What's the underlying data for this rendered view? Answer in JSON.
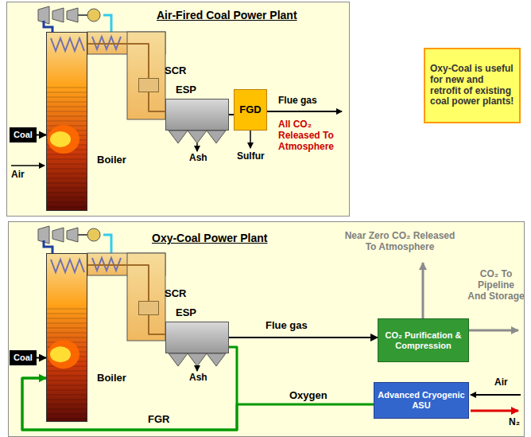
{
  "diagram": {
    "nodes": [
      {
        "text": [
          "Air-Fired Coal Power Plant"
        ]
      },
      {
        "text": [
          "Coal"
        ],
        "in": 0
      },
      {
        "text": [
          "Boiler"
        ],
        "in": 0
      },
      {
        "text": [
          "SCR"
        ],
        "in": 0
      },
      {
        "text": [
          "ESP"
        ],
        "in": 0
      },
      {
        "text": [
          "FGD"
        ],
        "in": 0
      },
      {
        "text": [
          "Oxy-Coal is useful for new and retrofit of existing coal power plants!"
        ]
      },
      {
        "text": [
          "Oxy-Coal Power Plant"
        ]
      },
      {
        "text": [
          "Coal"
        ],
        "in": 7
      },
      {
        "text": [
          "Boiler"
        ],
        "in": 7
      },
      {
        "text": [
          "SCR"
        ],
        "in": 7
      },
      {
        "text": [
          "ESP"
        ],
        "in": 7
      },
      {
        "text": [
          "CO₂ Purification & Compression"
        ],
        "in": 7
      },
      {
        "text": [
          "Advanced Cryogenic ASU"
        ],
        "in": 7
      }
    ],
    "edges": [
      {
        "from": 1,
        "to": 2,
        "arrow": "to"
      },
      {
        "from": 2,
        "to": 3,
        "arrow": "none"
      },
      {
        "from": 3,
        "to": 4,
        "arrow": "none"
      },
      {
        "from": 4,
        "to": 5,
        "arrow": "none"
      },
      {
        "from": 8,
        "to": 9,
        "arrow": "to"
      },
      {
        "from": 9,
        "to": 10,
        "arrow": "none"
      },
      {
        "from": 10,
        "to": 11,
        "arrow": "none"
      },
      {
        "from": 11,
        "to": 12,
        "label": "Flue gas",
        "arrow": "to"
      },
      {
        "from": 11,
        "to": 9,
        "label": "FGR",
        "arrow": "to"
      },
      {
        "from": 13,
        "to": 9,
        "label": "Oxygen",
        "arrow": "to"
      }
    ],
    "labels": [
      "Air",
      "Flue gas",
      "All CO₂ Released To Atmosphere",
      "Ash",
      "Sulfur",
      "Ash",
      "Near Zero CO₂ Released To Atmosphere",
      "CO₂ To Pipeline And Storage",
      "Air",
      "N₂"
    ]
  }
}
